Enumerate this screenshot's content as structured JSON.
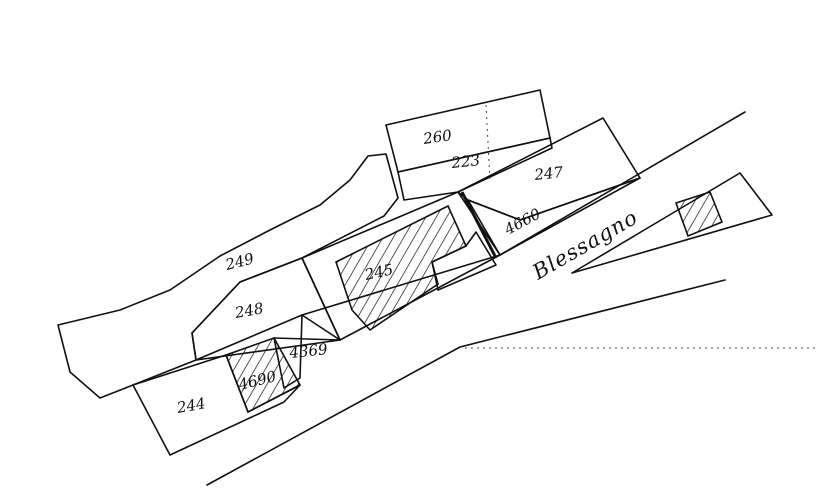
{
  "parcels": [
    {
      "id": "p260",
      "label": "260"
    },
    {
      "id": "p223",
      "label": "223"
    },
    {
      "id": "p247",
      "label": "247"
    },
    {
      "id": "p4660",
      "label": "4660"
    },
    {
      "id": "p249",
      "label": "249"
    },
    {
      "id": "p245",
      "label": "245"
    },
    {
      "id": "p248",
      "label": "248"
    },
    {
      "id": "p4369",
      "label": "4369"
    },
    {
      "id": "p4690",
      "label": "4690"
    },
    {
      "id": "p244",
      "label": "244"
    }
  ],
  "road": {
    "label": "Blessagno"
  },
  "colors": {
    "ink": "#111111",
    "paper": "#ffffff"
  }
}
